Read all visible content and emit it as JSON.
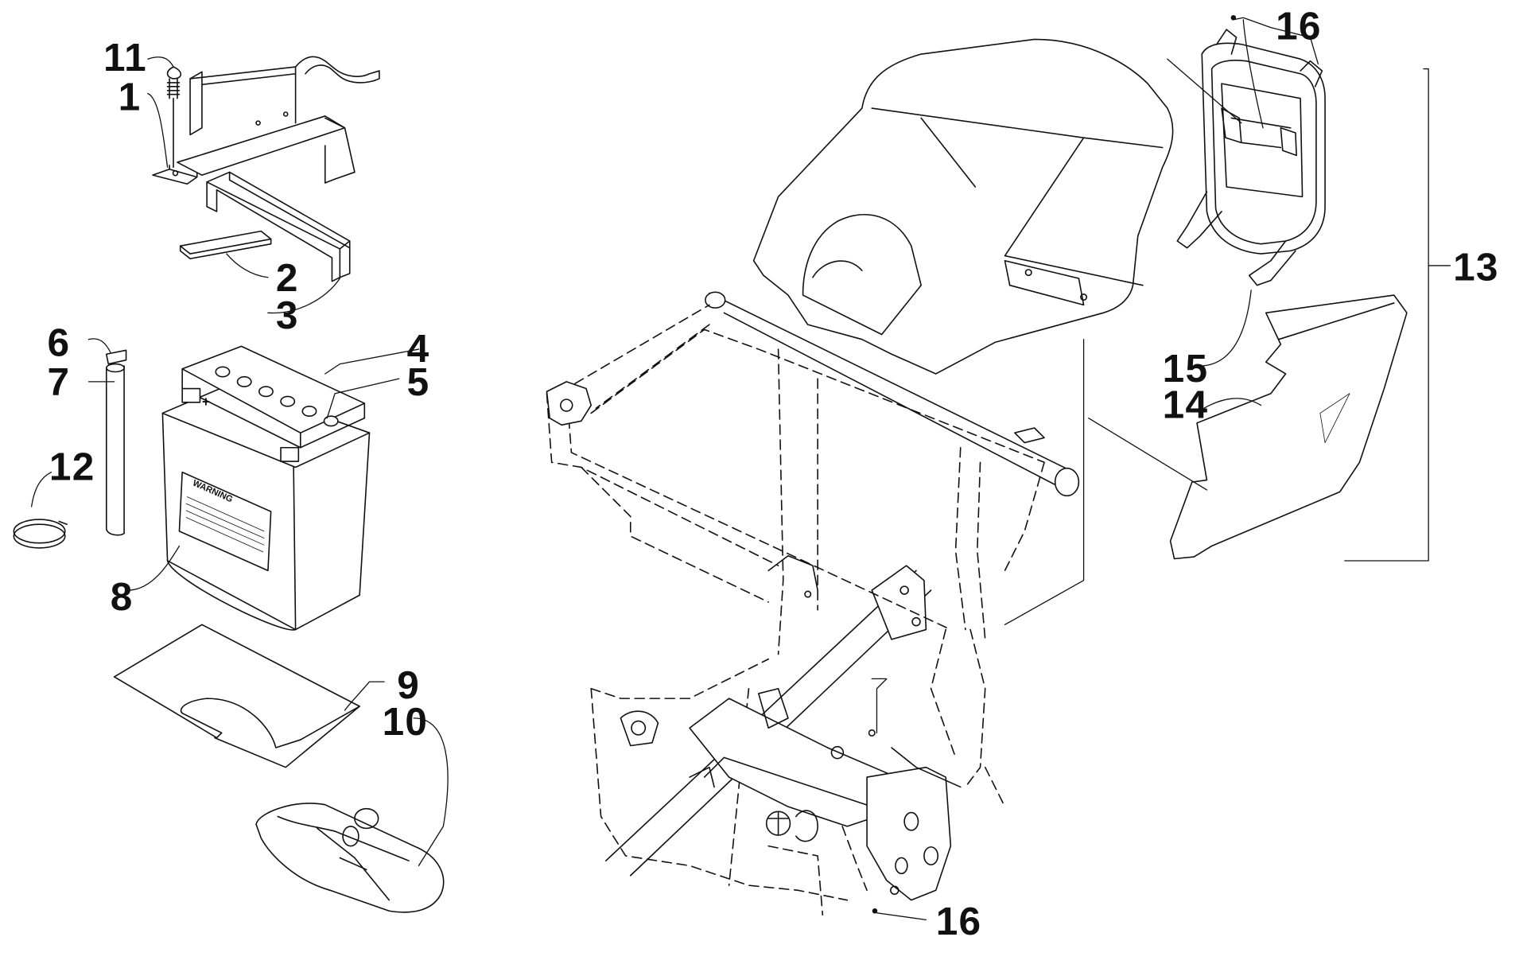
{
  "colors": {
    "ink": "#111111",
    "fill_light": "#ffffff",
    "shade": "#d9d9d9"
  },
  "battery_label": "WARNING",
  "battery_terminal_mark": "+",
  "callouts": [
    {
      "id": "c1",
      "text": "1"
    },
    {
      "id": "c2",
      "text": "2"
    },
    {
      "id": "c3",
      "text": "3"
    },
    {
      "id": "c4",
      "text": "4"
    },
    {
      "id": "c5",
      "text": "5"
    },
    {
      "id": "c6",
      "text": "6"
    },
    {
      "id": "c7",
      "text": "7"
    },
    {
      "id": "c8",
      "text": "8"
    },
    {
      "id": "c9",
      "text": "9"
    },
    {
      "id": "c10",
      "text": "10"
    },
    {
      "id": "c11",
      "text": "11"
    },
    {
      "id": "c12",
      "text": "12"
    },
    {
      "id": "c13",
      "text": "13"
    },
    {
      "id": "c14",
      "text": "14"
    },
    {
      "id": "c15",
      "text": "15"
    },
    {
      "id": "c16a",
      "text": "16"
    },
    {
      "id": "c16b",
      "text": "16"
    }
  ]
}
